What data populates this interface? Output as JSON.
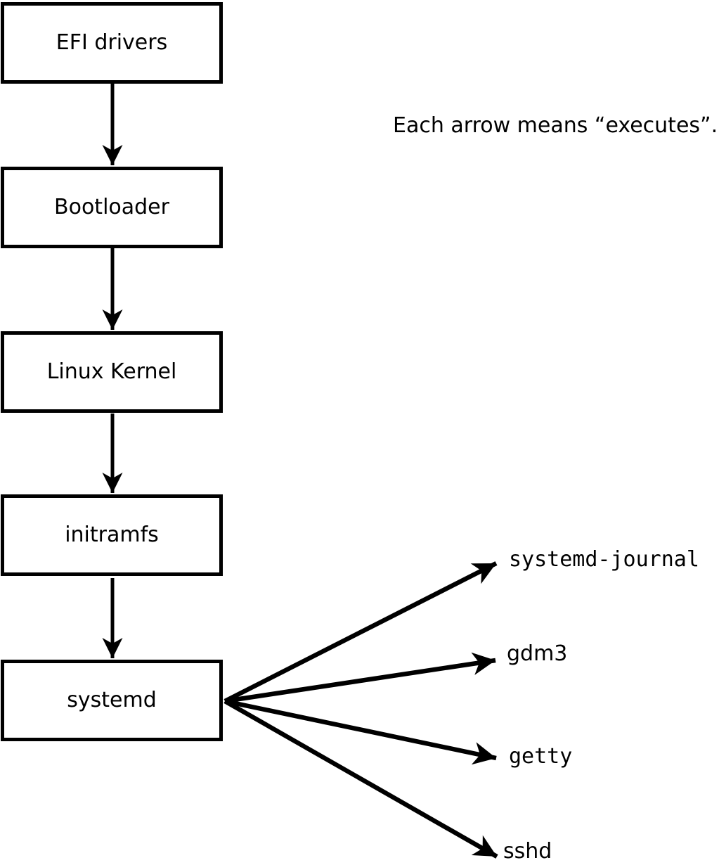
{
  "note": "Each arrow means “executes”.",
  "chain": [
    {
      "label": "EFI drivers"
    },
    {
      "label": "Bootloader"
    },
    {
      "label": "Linux Kernel"
    },
    {
      "label": "initramfs"
    },
    {
      "label": "systemd"
    }
  ],
  "spawned": [
    {
      "label": "systemd-journal"
    },
    {
      "label": "gdm3"
    },
    {
      "label": "getty"
    },
    {
      "label": "sshd"
    }
  ],
  "colors": {
    "ink": "#000000",
    "paper": "#ffffff"
  }
}
